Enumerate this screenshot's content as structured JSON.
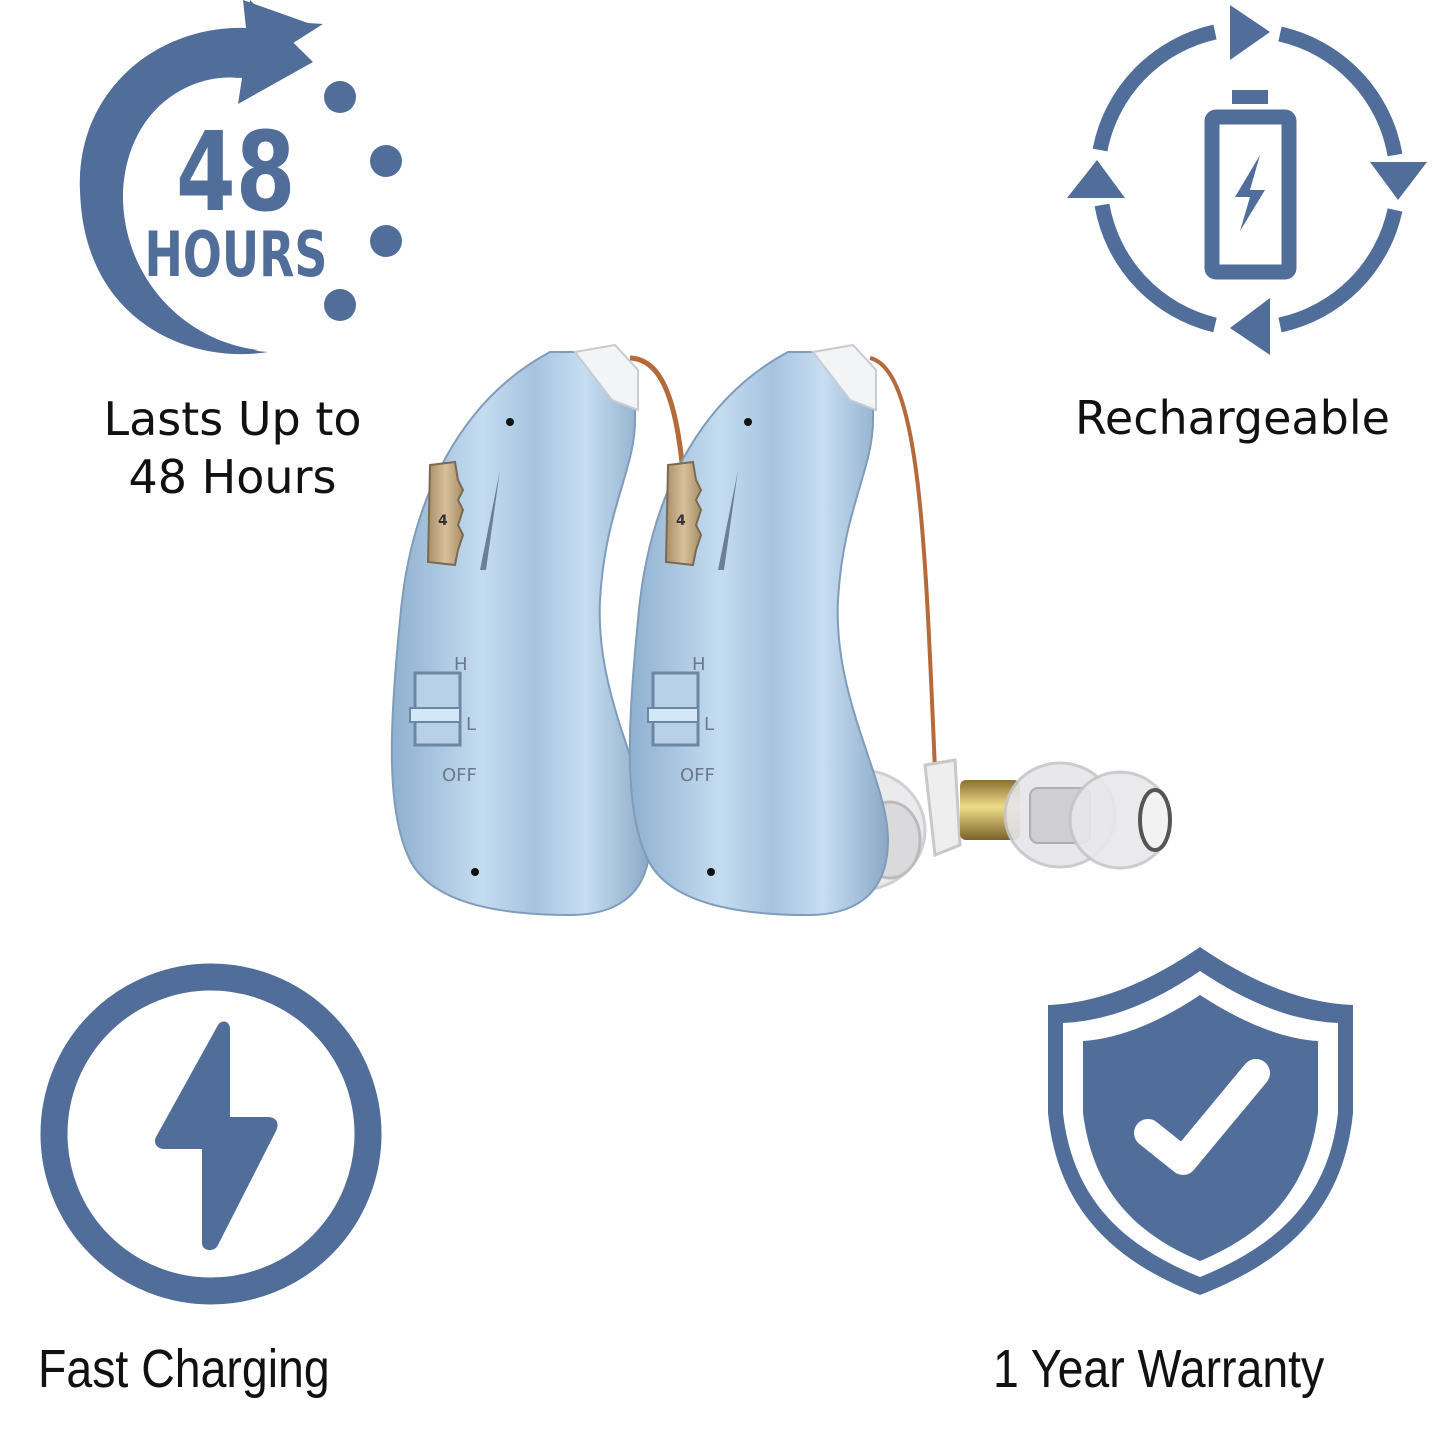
{
  "theme": {
    "icon_color": "#506e99",
    "text_color": "#111111",
    "device_color": "#a9c6e2",
    "device_highlight": "#d3e7f7",
    "device_shadow": "#7f9cb9",
    "dial_color": "#c8b08d",
    "wire_color": "#b56a3c",
    "receiver_gold": "#c9a94a"
  },
  "features": {
    "battery_life": {
      "icon": "48-hours-clock-icon",
      "badge_number": "48",
      "badge_unit": "HOURS",
      "label_line1": "Lasts Up to",
      "label_line2": "48 Hours"
    },
    "rechargeable": {
      "icon": "battery-recycle-icon",
      "label": "Rechargeable"
    },
    "fast_charging": {
      "icon": "lightning-circle-icon",
      "label": "Fast Charging"
    },
    "warranty": {
      "icon": "shield-check-icon",
      "label": "1 Year Warranty"
    }
  },
  "product": {
    "devices": [
      {
        "volume_dial_value": "4",
        "switch_labels": [
          "H",
          "L",
          "OFF"
        ]
      },
      {
        "volume_dial_value": "4",
        "switch_labels": [
          "H",
          "L",
          "OFF"
        ]
      }
    ]
  }
}
